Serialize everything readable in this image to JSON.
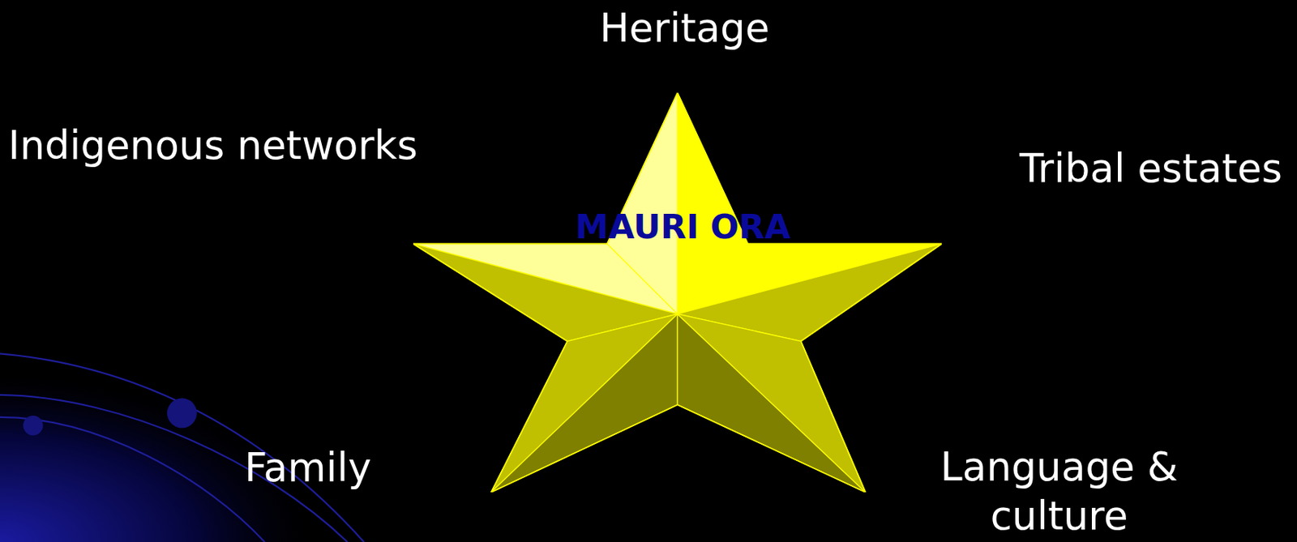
{
  "diagram": {
    "nodes": [
      {
        "text": [
          "MAURI ORA"
        ]
      }
    ],
    "labels": [
      "Heritage",
      "Indigenous networks",
      "Tribal estates",
      "Family",
      "Language & culture"
    ]
  }
}
